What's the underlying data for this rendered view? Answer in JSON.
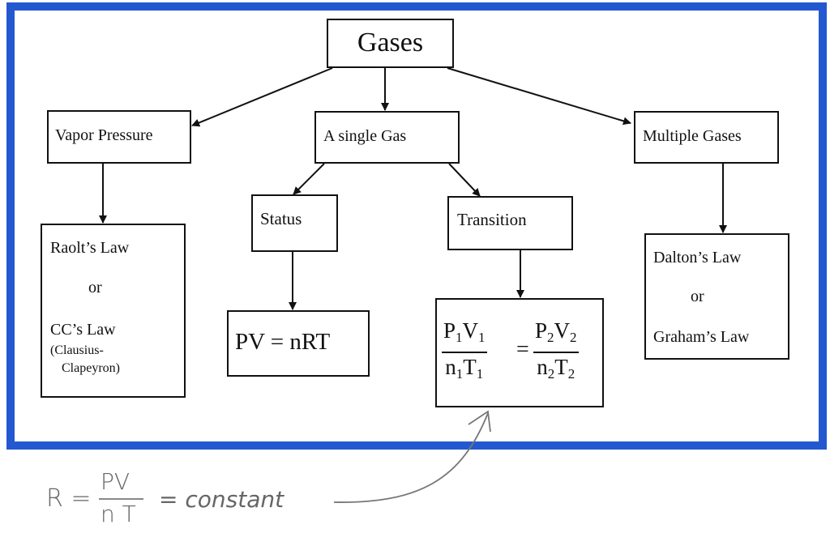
{
  "diagram": {
    "root": {
      "label": "Gases"
    },
    "branches": [
      {
        "label": "Vapor Pressure",
        "child": {
          "lines": [
            "Raolt’s Law",
            "or",
            "CC’s Law",
            "(Clausius-",
            "Clapeyron)"
          ]
        }
      },
      {
        "label": "A single Gas",
        "children": [
          {
            "label": "Status",
            "formula": "PV = nRT"
          },
          {
            "label": "Transition",
            "formula": {
              "left_num": [
                "P",
                "1",
                "V",
                "1"
              ],
              "left_den": [
                "n",
                "1",
                "T",
                "1"
              ],
              "equals": "=",
              "right_num": [
                "P",
                "2",
                "V",
                "2"
              ],
              "right_den": [
                "n",
                "2",
                "T",
                "2"
              ]
            }
          }
        ]
      },
      {
        "label": "Multiple Gases",
        "child": {
          "lines": [
            "Dalton’s Law",
            "or",
            "Graham’s Law"
          ]
        }
      }
    ],
    "annotation": {
      "lhs": "R =",
      "num": "PV",
      "den": "n T",
      "rhs": "= constant",
      "points_to": "Transition formula"
    },
    "colors": {
      "frame": "#2358d0",
      "ink": "#111111",
      "annotation": "#666666"
    }
  }
}
